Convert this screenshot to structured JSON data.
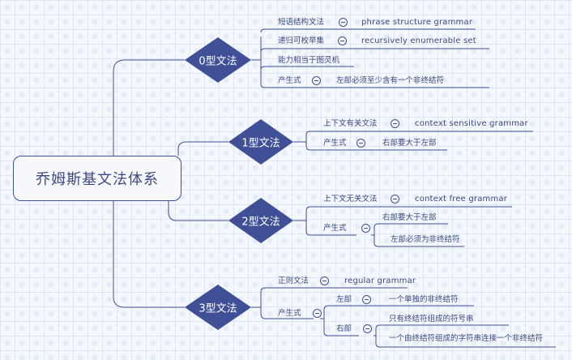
{
  "root": "乔姆斯基文法体系",
  "g0": {
    "title": "0型文法",
    "item1_zh": "短语结构文法",
    "item1_en": "phrase structure grammar",
    "item2_zh": "递归可枚举集",
    "item2_en": "recursively enumerable set",
    "item3": "能力相当于图灵机",
    "item4_zh": "产生式",
    "item4_rule": "左部必须至少含有一个非终结符"
  },
  "g1": {
    "title": "1型文法",
    "item1_zh": "上下文有关文法",
    "item1_en": "context sensitive grammar",
    "item2_zh": "产生式",
    "item2_rule": "右部要大于左部"
  },
  "g2": {
    "title": "2型文法",
    "item1_zh": "上下文无关文法",
    "item1_en": "context free grammar",
    "item2_zh": "产生式",
    "item2_rule1": "右部要大于左部",
    "item2_rule2": "左部必须为非终结符"
  },
  "g3": {
    "title": "3型文法",
    "item1_zh": "正则文法",
    "item1_en": "regular grammar",
    "item2_zh": "产生式",
    "left_label": "左部",
    "left_rule": "一个单独的非终结符",
    "right_label": "右部",
    "right_rule1": "只有终结符组成的符号串",
    "right_rule2": "一个由终结符组成的字符串连接一个非终结符"
  },
  "colors": {
    "node": "#3f5096",
    "text": "#3c4a82",
    "background": "#f4f8fc"
  }
}
